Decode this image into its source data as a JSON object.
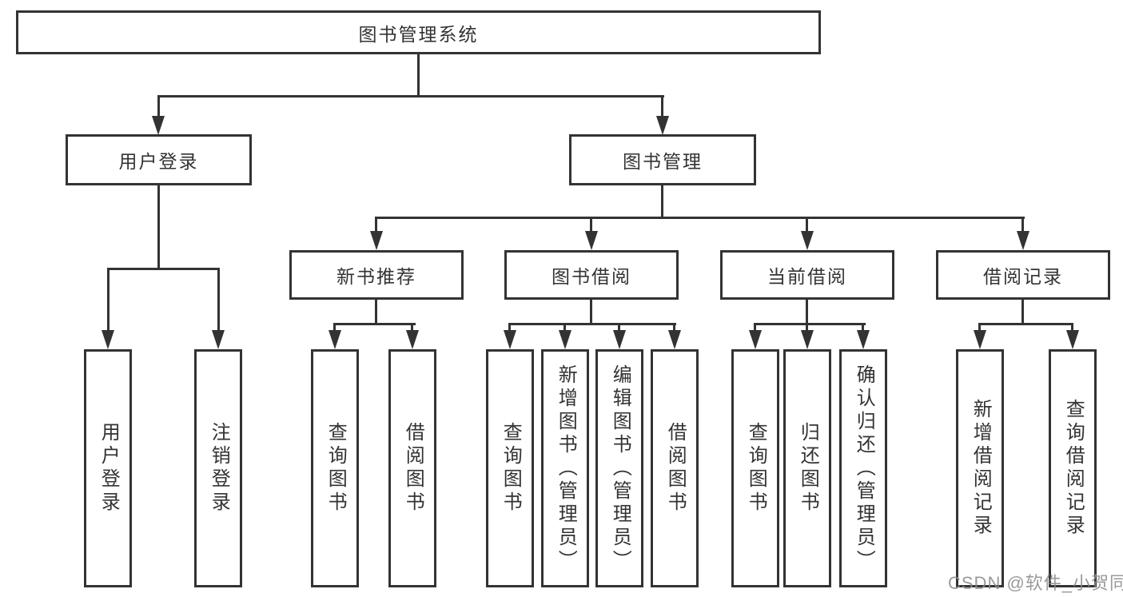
{
  "diagram": {
    "root": {
      "label": "图书管理系统"
    },
    "branches": [
      {
        "label": "用户登录",
        "children": [
          {
            "label": "用户登录"
          },
          {
            "label": "注销登录"
          }
        ]
      },
      {
        "label": "图书管理",
        "children": [
          {
            "label": "新书推荐",
            "children": [
              {
                "label": "查询图书"
              },
              {
                "label": "借阅图书"
              }
            ]
          },
          {
            "label": "图书借阅",
            "children": [
              {
                "label": "查询图书"
              },
              {
                "label": "新增图书（管理员）"
              },
              {
                "label": "编辑图书（管理员）"
              },
              {
                "label": "借阅图书"
              }
            ]
          },
          {
            "label": "当前借阅",
            "children": [
              {
                "label": "查询图书"
              },
              {
                "label": "归还图书"
              },
              {
                "label": "确认归还（管理员）"
              }
            ]
          },
          {
            "label": "借阅记录",
            "children": [
              {
                "label": "新增借阅记录"
              },
              {
                "label": "查询借阅记录"
              }
            ]
          }
        ]
      }
    ]
  },
  "watermark": {
    "text": "CSDN @软件_小贺同学"
  },
  "colors": {
    "line": "#333333",
    "text": "#333333",
    "background": "#ffffff",
    "watermark": "#8c8c8c"
  }
}
